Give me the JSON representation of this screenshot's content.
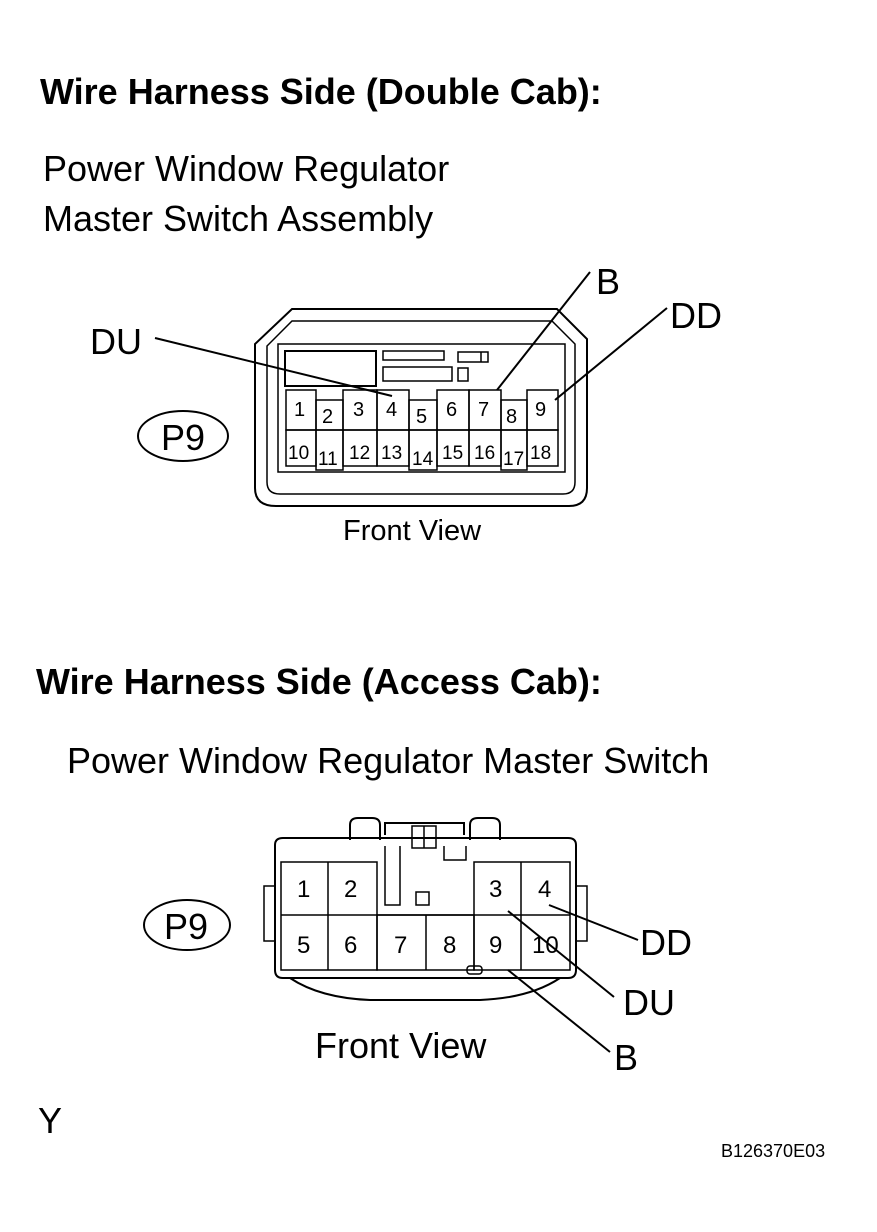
{
  "double_cab": {
    "title": "Wire Harness Side (Double Cab):",
    "component_line1": "Power Window Regulator",
    "component_line2": "Master Switch  Assembly",
    "connector_code": "P9",
    "view_label": "Front View",
    "pins_row1": [
      "1",
      "2",
      "3",
      "4",
      "5",
      "6",
      "7",
      "8",
      "9"
    ],
    "pins_row2": [
      "10",
      "11",
      "12",
      "13",
      "14",
      "15",
      "16",
      "17",
      "18"
    ],
    "terminal_labels": {
      "du": "DU",
      "b": "B",
      "dd": "DD"
    }
  },
  "access_cab": {
    "title": "Wire Harness Side (Access Cab):",
    "component": "Power Window Regulator Master Switch",
    "connector_code": "P9",
    "view_label": "Front View",
    "pins_row1": [
      "1",
      "2",
      "3",
      "4"
    ],
    "pins_row2": [
      "5",
      "6",
      "7",
      "8",
      "9",
      "10"
    ],
    "terminal_labels": {
      "dd": "DD",
      "du": "DU",
      "b": "B"
    }
  },
  "footer": {
    "mark": "Y",
    "figure_code": "B126370E03"
  }
}
